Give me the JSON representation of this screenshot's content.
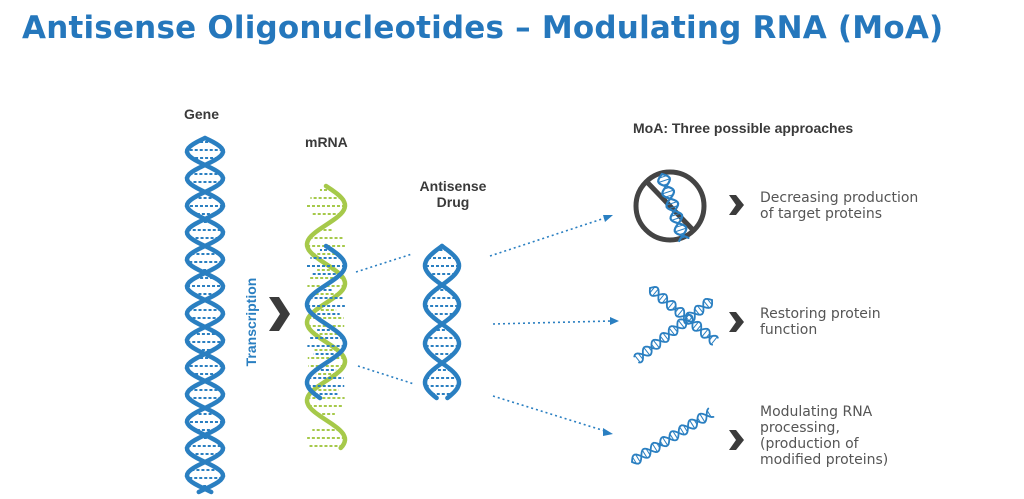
{
  "title": "Antisense Oligonucleotides – Modulating RNA (MoA)",
  "labels": {
    "gene": "Gene",
    "mrna": "mRNA",
    "antisense_line1": "Antisense",
    "antisense_line2": "Drug",
    "transcription": "Transcription",
    "moa_heading": "MoA: Three possible approaches"
  },
  "approaches": [
    {
      "icon": "crossed-out-rna-icon",
      "lines": [
        "Decreasing production",
        "of target proteins"
      ]
    },
    {
      "icon": "repaired-rna-strands-icon",
      "lines": [
        "Restoring protein",
        "function"
      ]
    },
    {
      "icon": "modified-rna-strand-icon",
      "lines": [
        "Modulating RNA",
        "processing,",
        "(production of",
        "modified proteins)"
      ]
    }
  ],
  "colors": {
    "title_blue": "#2577bc",
    "dna_blue": "#2a7fc1",
    "rna_green": "#a6c94a",
    "chevron_dark": "#3b3b3b",
    "forbidden_gray": "#444444"
  }
}
